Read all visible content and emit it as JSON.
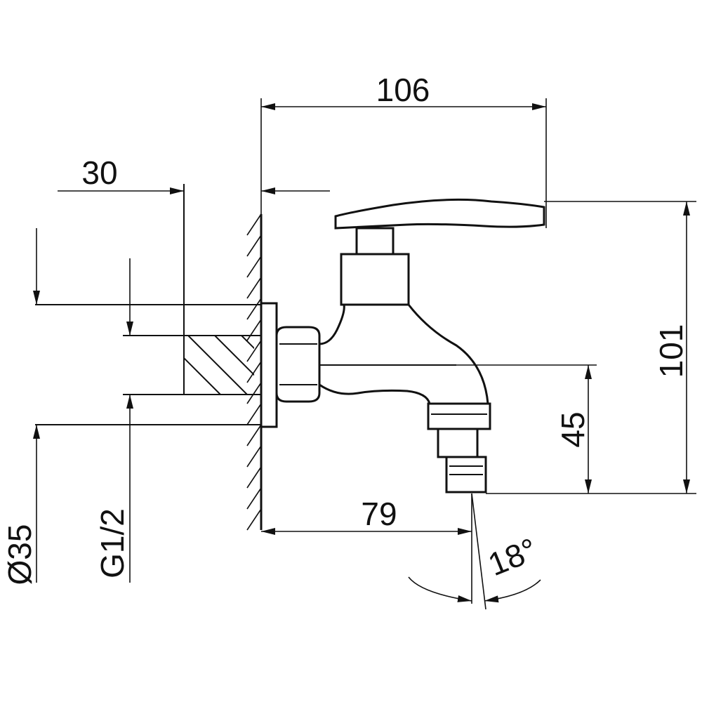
{
  "dimensions": {
    "overall_length": "106",
    "wall_depth": "30",
    "total_height": "101",
    "outlet_drop": "45",
    "outlet_reach": "79",
    "outlet_angle": "18°",
    "flange_diameter": "Ø35",
    "thread_size": "G1/2"
  },
  "colors": {
    "line": "#111111",
    "background": "#ffffff"
  }
}
